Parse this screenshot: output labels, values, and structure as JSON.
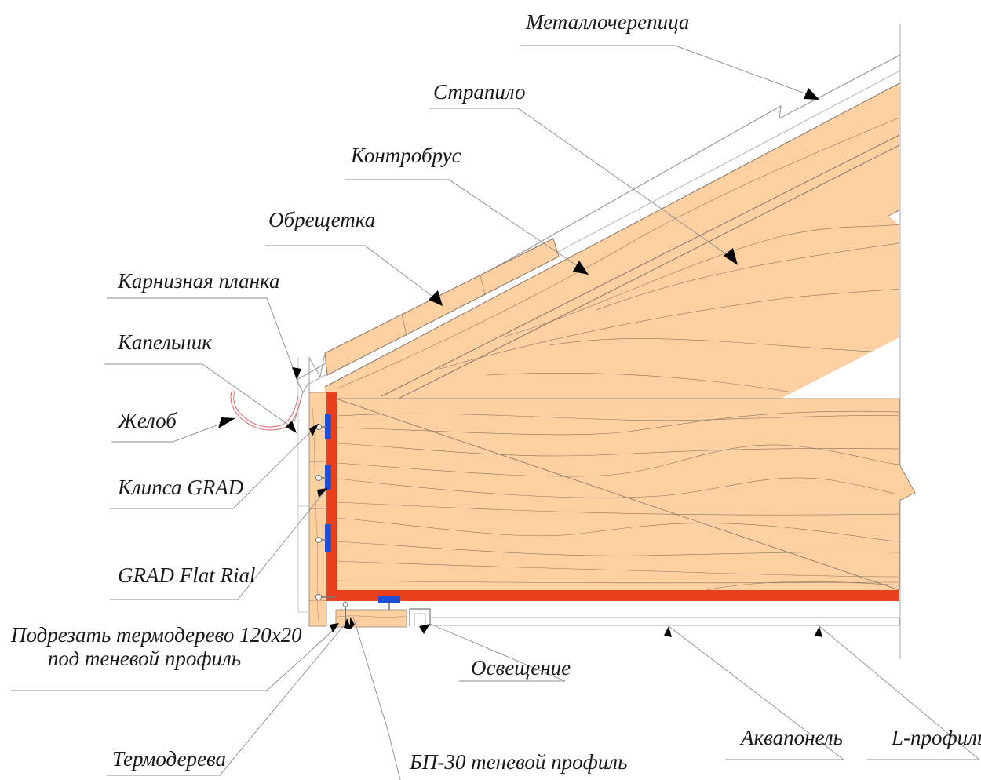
{
  "labels": {
    "metal_tile": "Металлочерепица",
    "rafter": "Страпило",
    "counter_batten": "Контробрус",
    "lathing": "Обрещетка",
    "eave_strip": "Карнизная планка",
    "drip_edge": "Капельник",
    "gutter": "Желоб",
    "clip": "Клипса GRAD",
    "flat_rail": "GRAD Flat Rial",
    "cut_note_line1": "Подрезать термодерево 120х20",
    "cut_note_line2": "под теневой профиль",
    "lighting": "Освещение",
    "aquapanel": "Аквапонель",
    "l_profile": "L-профиль",
    "thermowood": "Термодерева",
    "shadow_profile": "БП-30 теневой профиль"
  },
  "colors": {
    "wood": "#fdd0a2",
    "wood_grain": "#8a7464",
    "fascia_red": "#e8401c",
    "clip_blue": "#1f4fd6",
    "gutter_line": "#e06a6a",
    "leader": "#8c8c8c",
    "arrow": "#000000"
  }
}
